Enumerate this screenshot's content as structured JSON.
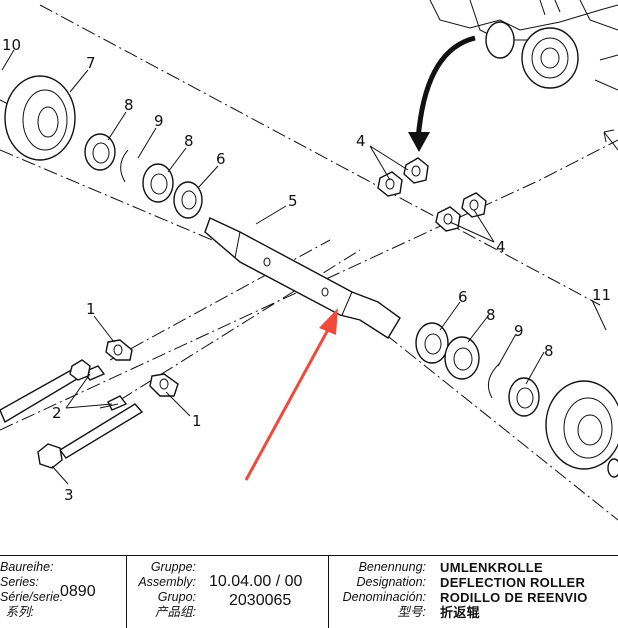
{
  "callouts": {
    "c10": "10",
    "c7": "7",
    "c8a": "8",
    "c9a": "9",
    "c8b": "8",
    "c6a": "6",
    "c4a": "4",
    "c4b": "4",
    "c5": "5",
    "c1a": "1",
    "c1b": "1",
    "c2": "2",
    "c3": "3",
    "c6b": "6",
    "c8c": "8",
    "c9b": "9",
    "c8d": "8",
    "c11": "11"
  },
  "titleblock": {
    "series_labels": [
      "Baureihe:",
      "Series:",
      "Série/serie:",
      "系列:"
    ],
    "series_value": "0890",
    "group_labels": [
      "Gruppe:",
      "Assembly:",
      "Grupo:",
      "产品组:"
    ],
    "group_value_1": "10.04.00 / 00",
    "group_value_2": "2030065",
    "name_labels": [
      "Benennung:",
      "Designation:",
      "Denominación:",
      "型号:"
    ],
    "name_values": [
      "UMLENKROLLE",
      "DEFLECTION ROLLER",
      "RODILLO DE REENVIO",
      "折返辊"
    ]
  },
  "colors": {
    "arrow": "#ef4a3c",
    "line": "#111111"
  }
}
